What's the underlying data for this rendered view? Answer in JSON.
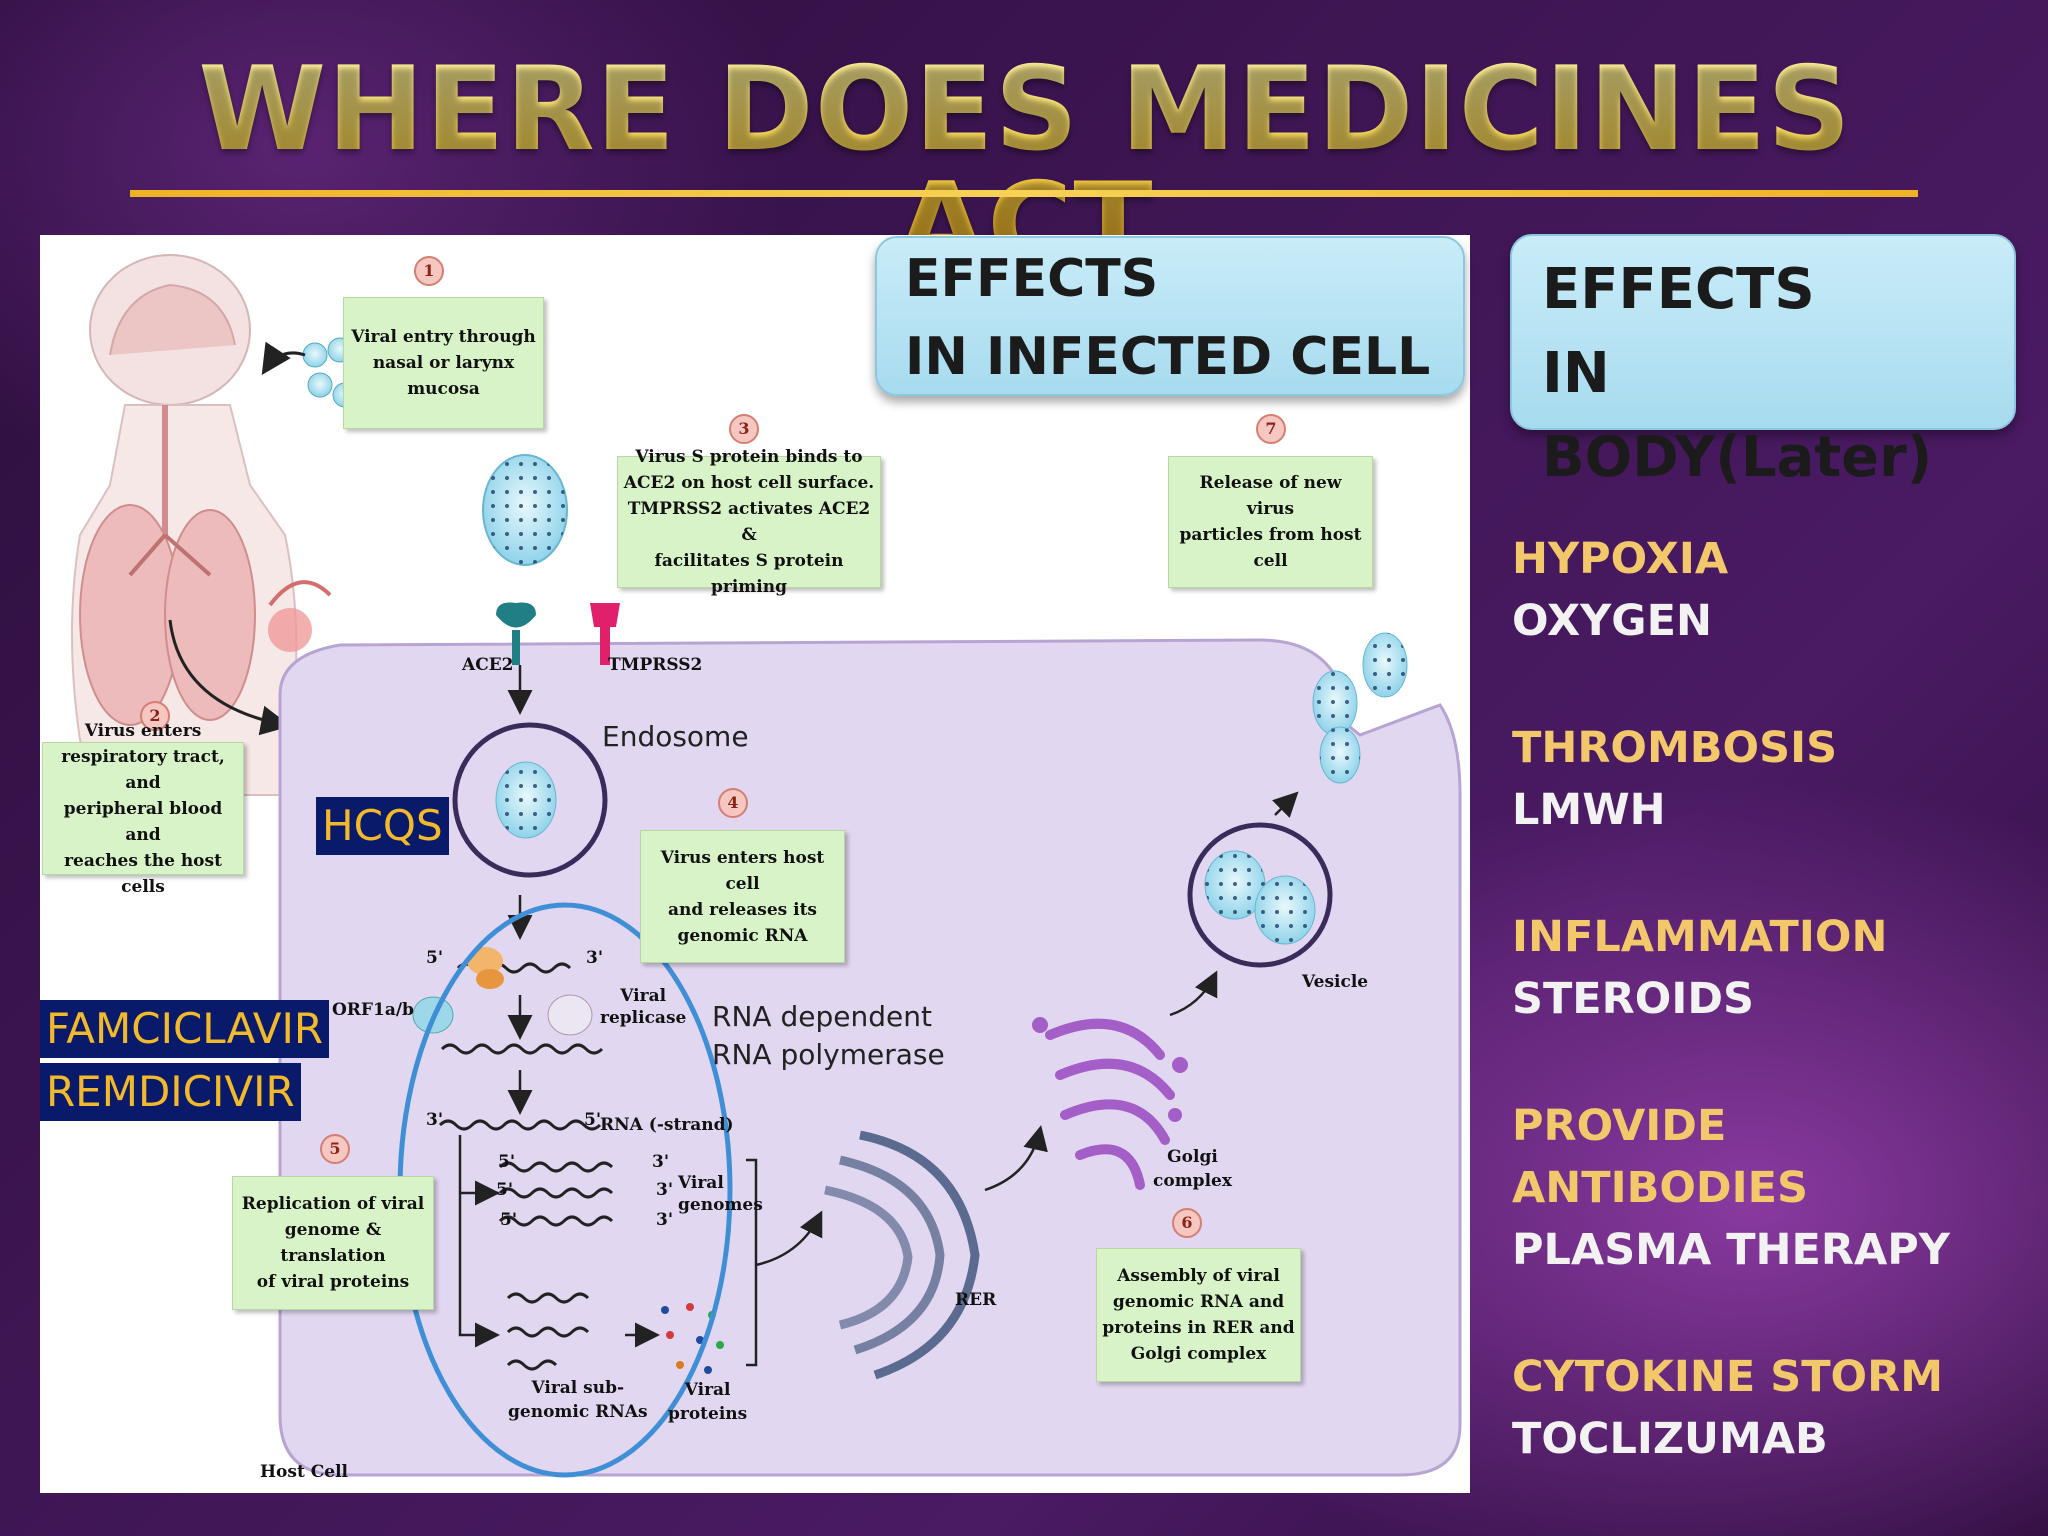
{
  "title": "WHERE DOES MEDICINES ACT",
  "callouts": {
    "infected_cell": [
      "EFFECTS",
      "IN INFECTED CELL"
    ],
    "body": [
      "EFFECTS",
      "IN BODY(Later)"
    ]
  },
  "body_effects": [
    {
      "condition": [
        "HYPOXIA"
      ],
      "treatment": [
        "OXYGEN"
      ]
    },
    {
      "condition": [
        "THROMBOSIS"
      ],
      "treatment": [
        "LMWH"
      ]
    },
    {
      "condition": [
        "INFLAMMATION"
      ],
      "treatment": [
        "STEROIDS"
      ]
    },
    {
      "condition": [
        "PROVIDE",
        "ANTIBODIES"
      ],
      "treatment": [
        "PLASMA THERAPY"
      ]
    },
    {
      "condition": [
        "CYTOKINE STORM"
      ],
      "treatment": [
        "TOCLIZUMAB"
      ]
    }
  ],
  "drugs": {
    "hcqs": "HCQS",
    "famciclavir": "FAMCICLAVIR",
    "remdicivir": "REMDICIVIR"
  },
  "steps": [
    {
      "num": "1",
      "text": [
        "Viral entry through",
        "nasal or larynx",
        "mucosa"
      ]
    },
    {
      "num": "2",
      "text": [
        "Virus enters",
        "respiratory tract, and",
        "peripheral blood and",
        "reaches the host cells"
      ]
    },
    {
      "num": "3",
      "text": [
        "Virus S protein binds to",
        "ACE2 on host cell surface.",
        "TMPRSS2 activates ACE2 &",
        "facilitates S protein priming"
      ]
    },
    {
      "num": "4",
      "text": [
        "Virus enters host cell",
        "and releases its",
        "genomic RNA"
      ]
    },
    {
      "num": "5",
      "text": [
        "Replication of viral",
        "genome & translation",
        "of viral proteins"
      ]
    },
    {
      "num": "6",
      "text": [
        "Assembly of viral",
        "genomic RNA and",
        "proteins in RER and",
        "Golgi complex"
      ]
    },
    {
      "num": "7",
      "text": [
        "Release of new virus",
        "particles from host",
        "cell"
      ]
    }
  ],
  "labels": {
    "ace2": "ACE2",
    "tmprss2": "TMPRSS2",
    "endosome": "Endosome",
    "orf": "ORF1a/b",
    "viral_replicase": [
      "Viral",
      "replicase"
    ],
    "rdrp": [
      "RNA dependent",
      "RNA polymerase"
    ],
    "five_prime": "5'",
    "three_prime": "3'",
    "rna_minus": "RNA (-strand)",
    "viral_genomes": [
      "Viral",
      "genomes"
    ],
    "viral_subgenomic": [
      "Viral sub-",
      "genomic RNAs"
    ],
    "viral_proteins": [
      "Viral",
      "proteins"
    ],
    "rer": "RER",
    "golgi": [
      "Golgi",
      "complex"
    ],
    "vesicle": "Vesicle",
    "host_cell": "Host Cell"
  },
  "colors": {
    "title_gold": "#f6c531",
    "condition_gold": "#f2c86a",
    "drug_label_bg": "#0a1a6b",
    "callout_blue": "#b7e3f4",
    "note_green": "#d9f3c8",
    "cell_lavender": "#e2d7f1",
    "highlight_ellipse": "#3f8fd6"
  }
}
